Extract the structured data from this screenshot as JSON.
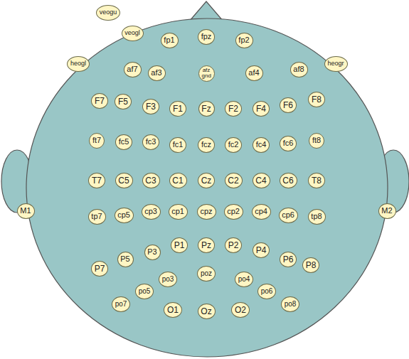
{
  "diagram": {
    "nodes": [
      {
        "text": [
          "veogu"
        ]
      },
      {
        "text": [
          "veogl"
        ]
      },
      {
        "text": [
          "fp1"
        ]
      },
      {
        "text": [
          "fpz"
        ]
      },
      {
        "text": [
          "fp2"
        ]
      },
      {
        "text": [
          "heogl"
        ]
      },
      {
        "text": [
          "af7"
        ]
      },
      {
        "text": [
          "af3"
        ]
      },
      {
        "text": [
          "afz gnd"
        ]
      },
      {
        "text": [
          "af4"
        ]
      },
      {
        "text": [
          "af8"
        ]
      },
      {
        "text": [
          "heogr"
        ]
      },
      {
        "text": [
          "F7"
        ]
      },
      {
        "text": [
          "F5"
        ]
      },
      {
        "text": [
          "F3"
        ]
      },
      {
        "text": [
          "F1"
        ]
      },
      {
        "text": [
          "Fz"
        ]
      },
      {
        "text": [
          "F2"
        ]
      },
      {
        "text": [
          "F4"
        ]
      },
      {
        "text": [
          "F6"
        ]
      },
      {
        "text": [
          "F8"
        ]
      },
      {
        "text": [
          "ft7"
        ]
      },
      {
        "text": [
          "fc5"
        ]
      },
      {
        "text": [
          "fc3"
        ]
      },
      {
        "text": [
          "fc1"
        ]
      },
      {
        "text": [
          "fcz"
        ]
      },
      {
        "text": [
          "fc2"
        ]
      },
      {
        "text": [
          "fc4"
        ]
      },
      {
        "text": [
          "fc6"
        ]
      },
      {
        "text": [
          "ft8"
        ]
      },
      {
        "text": [
          "T7"
        ]
      },
      {
        "text": [
          "C5"
        ]
      },
      {
        "text": [
          "C3"
        ]
      },
      {
        "text": [
          "C1"
        ]
      },
      {
        "text": [
          "Cz"
        ]
      },
      {
        "text": [
          "C2"
        ]
      },
      {
        "text": [
          "C4"
        ]
      },
      {
        "text": [
          "C6"
        ]
      },
      {
        "text": [
          "T8"
        ]
      },
      {
        "text": [
          "M1"
        ]
      },
      {
        "text": [
          "tp7"
        ]
      },
      {
        "text": [
          "cp5"
        ]
      },
      {
        "text": [
          "cp3"
        ]
      },
      {
        "text": [
          "cp1"
        ]
      },
      {
        "text": [
          "cpz"
        ]
      },
      {
        "text": [
          "cp2"
        ]
      },
      {
        "text": [
          "cp4"
        ]
      },
      {
        "text": [
          "cp6"
        ]
      },
      {
        "text": [
          "tp8"
        ]
      },
      {
        "text": [
          "M2"
        ]
      },
      {
        "text": [
          "P7"
        ]
      },
      {
        "text": [
          "P5"
        ]
      },
      {
        "text": [
          "P3"
        ]
      },
      {
        "text": [
          "P1"
        ]
      },
      {
        "text": [
          "Pz"
        ]
      },
      {
        "text": [
          "P2"
        ]
      },
      {
        "text": [
          "P4"
        ]
      },
      {
        "text": [
          "P6"
        ]
      },
      {
        "text": [
          "P8"
        ]
      },
      {
        "text": [
          "po7"
        ]
      },
      {
        "text": [
          "po5"
        ]
      },
      {
        "text": [
          "po3"
        ]
      },
      {
        "text": [
          "poz"
        ]
      },
      {
        "text": [
          "po4"
        ]
      },
      {
        "text": [
          "po6"
        ]
      },
      {
        "text": [
          "po8"
        ]
      },
      {
        "text": [
          "O1"
        ]
      },
      {
        "text": [
          "Oz"
        ]
      },
      {
        "text": [
          "O2"
        ]
      }
    ]
  }
}
